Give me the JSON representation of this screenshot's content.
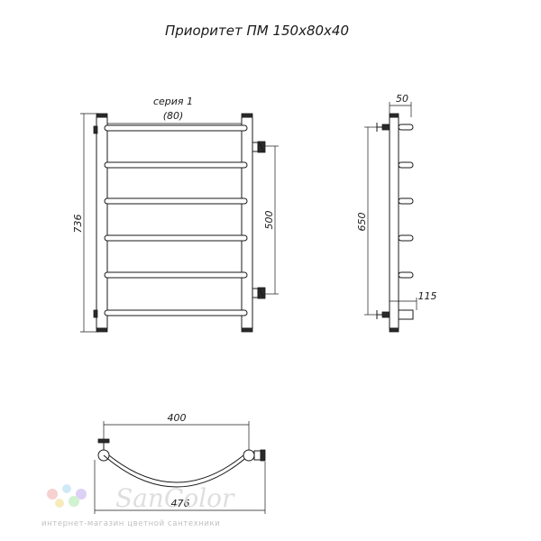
{
  "title": "Приоритет ПМ 150x80x40",
  "series_label": "серия 1",
  "series_sub": "(80)",
  "dims": {
    "height": "736",
    "center": "500",
    "side_height": "650",
    "depth": "50",
    "offset": "115",
    "width": "400",
    "total_width": "476"
  },
  "watermark": {
    "brand": "SanColor",
    "tagline": "интернет-магазин цветной сантехники",
    "dot_colors": [
      "#f6c8c8",
      "#c8e6f6",
      "#d8c8f6",
      "#f6e8b0",
      "#c8f0c8"
    ]
  }
}
